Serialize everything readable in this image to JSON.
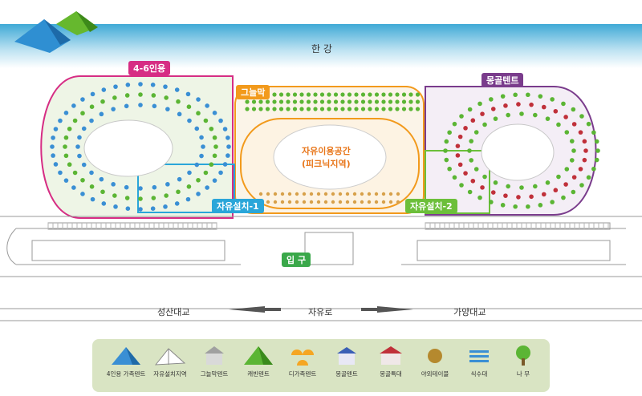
{
  "map": {
    "river_label": "한 강",
    "zones": {
      "family46": "4-6인용",
      "shade": "그늘막",
      "mongol": "몽골텐트",
      "free1": "자유설치-1",
      "free2": "자유설치-2",
      "plaza_line1": "자유이용공간",
      "plaza_line2": "(피크닉지역)",
      "entrance": "입 구"
    },
    "roads": {
      "left": "성산대교",
      "center": "자유로",
      "right": "가양대교"
    },
    "colors": {
      "family46": "#d62d84",
      "shade": "#f29a1c",
      "mongol": "#7a3c8c",
      "free1": "#2aa6d9",
      "free2": "#6cbf3a",
      "entrance": "#3aa84a",
      "plaza_text": "#e8761a"
    }
  },
  "legend": [
    {
      "label": "4인용 가족텐트",
      "icon": "family-tent-icon"
    },
    {
      "label": "자유설치지역",
      "icon": "free-area-icon"
    },
    {
      "label": "그늘막텐트",
      "icon": "shade-tent-icon"
    },
    {
      "label": "캐빈텐트",
      "icon": "cabin-tent-icon"
    },
    {
      "label": "디가족텐트",
      "icon": "dome-family-tent-icon"
    },
    {
      "label": "몽골텐트",
      "icon": "mongol-tent-icon"
    },
    {
      "label": "몽골특대",
      "icon": "mongol-large-icon"
    },
    {
      "label": "야외테이블",
      "icon": "table-icon"
    },
    {
      "label": "식수대",
      "icon": "water-fountain-icon"
    },
    {
      "label": "나 무",
      "icon": "tree-icon"
    }
  ]
}
